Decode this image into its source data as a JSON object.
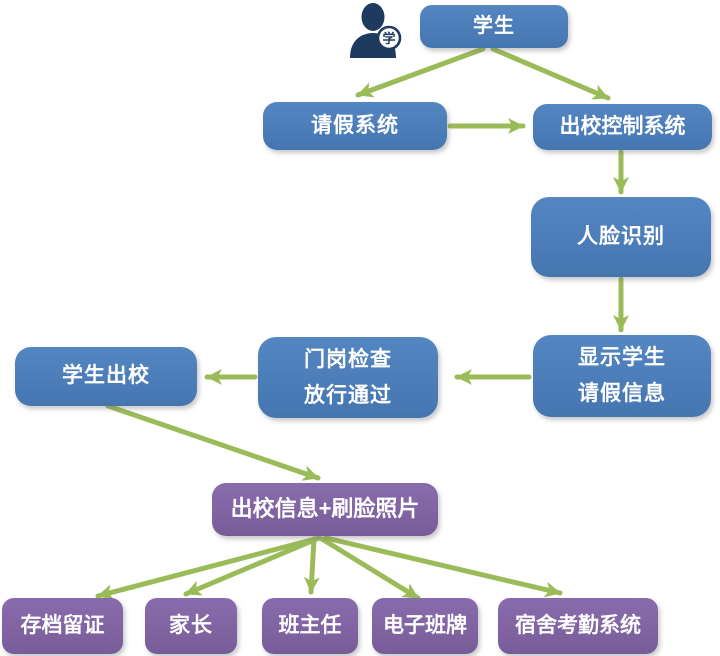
{
  "diagram": {
    "type": "flowchart",
    "background": "#ffffff",
    "colors": {
      "node_blue": "#4f81bd",
      "node_purple": "#8064a2",
      "arrow_green": "#9bbb59",
      "icon_navy": "#1e3a5f",
      "node_text": "#ffffff"
    },
    "student_icon": {
      "name": "student-person-icon",
      "badge_char": "学"
    },
    "nodes": {
      "student": {
        "label": "学生",
        "color": "blue"
      },
      "leave_system": {
        "label": "请假系统",
        "color": "blue"
      },
      "exit_control_system": {
        "label": "出校控制系统",
        "color": "blue"
      },
      "face_recognition": {
        "label": "人脸识别",
        "color": "blue"
      },
      "show_leave_info": {
        "line1": "显示学生",
        "line2": "请假信息",
        "color": "blue"
      },
      "gate_check": {
        "line1": "门岗检查",
        "line2": "放行通过",
        "color": "blue"
      },
      "student_exit": {
        "label": "学生出校",
        "color": "blue"
      },
      "exit_info_photo": {
        "label": "出校信息+刷脸照片",
        "color": "purple"
      },
      "archive": {
        "label": "存档留证",
        "color": "purple"
      },
      "parents": {
        "label": "家长",
        "color": "purple"
      },
      "head_teacher": {
        "label": "班主任",
        "color": "purple"
      },
      "e_class_board": {
        "label": "电子班牌",
        "color": "purple"
      },
      "dorm_attendance_system": {
        "label": "宿舍考勤系统",
        "color": "purple"
      }
    },
    "edges": [
      {
        "from": "学生",
        "to": "请假系统"
      },
      {
        "from": "学生",
        "to": "出校控制系统"
      },
      {
        "from": "请假系统",
        "to": "出校控制系统"
      },
      {
        "from": "出校控制系统",
        "to": "人脸识别"
      },
      {
        "from": "人脸识别",
        "to": "显示学生请假信息"
      },
      {
        "from": "显示学生请假信息",
        "to": "门岗检查放行通过"
      },
      {
        "from": "门岗检查放行通过",
        "to": "学生出校"
      },
      {
        "from": "学生出校",
        "to": "出校信息+刷脸照片"
      },
      {
        "from": "出校信息+刷脸照片",
        "to": "存档留证"
      },
      {
        "from": "出校信息+刷脸照片",
        "to": "家长"
      },
      {
        "from": "出校信息+刷脸照片",
        "to": "班主任"
      },
      {
        "from": "出校信息+刷脸照片",
        "to": "电子班牌"
      },
      {
        "from": "出校信息+刷脸照片",
        "to": "宿舍考勤系统"
      }
    ]
  }
}
